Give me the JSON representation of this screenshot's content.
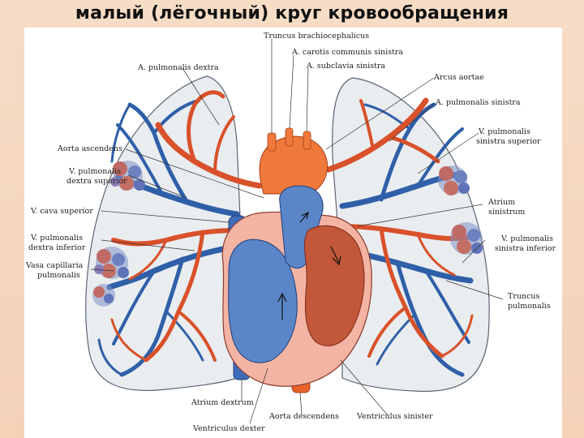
{
  "slide": {
    "title": "малый (лёгочный) круг кровообращения"
  },
  "colors": {
    "artery": "#d9512a",
    "vein": "#2f5fa8",
    "lung": "#e9edf0",
    "background": "#f5d7bf"
  },
  "labels": {
    "truncus_brachiocephalicus": "Truncus brachiocephalicus",
    "carotis": "A. carotis communis sinistra",
    "subclavia": "A. subclavia sinistra",
    "arcus_aortae": "Arcus aortae",
    "pulm_dextra": "A. pulmonalis dextra",
    "pulm_sinistra": "A. pulmonalis sinistra",
    "aorta_ascendens": "Aorta ascendens",
    "v_pulm_dextra_sup_1": "V. pulmonalis",
    "v_pulm_dextra_sup_2": "dextra superior",
    "v_cava_superior": "V. cava superior",
    "v_pulm_dextra_inf_1": "V. pulmonalis",
    "v_pulm_dextra_inf_2": "dextra inferior",
    "vasa_capillaria_1": "Vasa capillaria",
    "vasa_capillaria_2": "pulmonalis",
    "v_pulm_sin_sup_1": "V. pulmonalis",
    "v_pulm_sin_sup_2": "sinistra superior",
    "atrium_sinistrum_1": "Atrium",
    "atrium_sinistrum_2": "sinistrum",
    "v_pulm_sin_inf_1": "V. pulmonalis",
    "v_pulm_sin_inf_2": "sinistra inferior",
    "truncus_pulmonalis_1": "Truncus",
    "truncus_pulmonalis_2": "pulmonalis",
    "atrium_dextrum": "Atrium dextrum",
    "aorta_descendens": "Aorta descendens",
    "ventriculus_sinister": "Ventriculus sinister",
    "ventriculus_dexter": "Ventriculus dexter"
  }
}
